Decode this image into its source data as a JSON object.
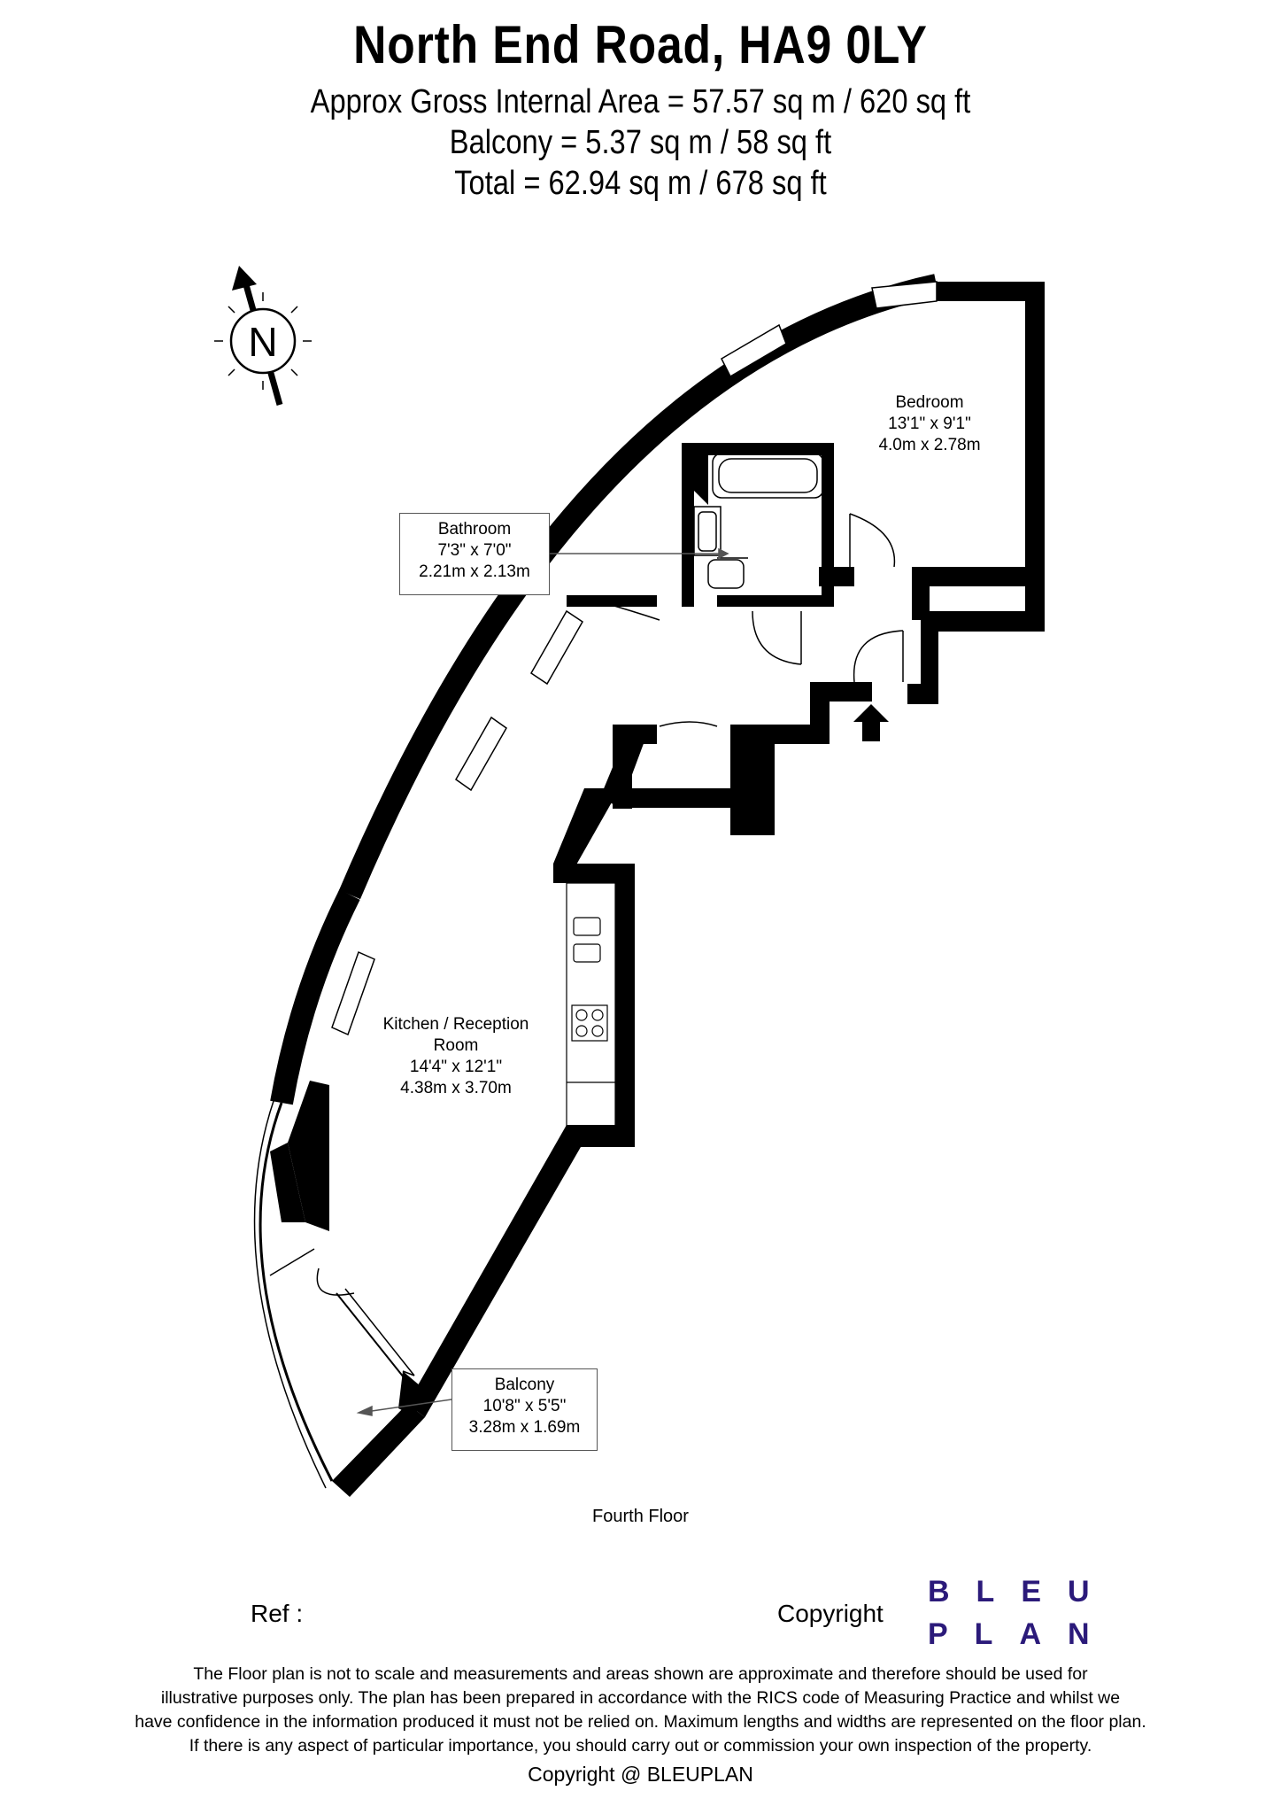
{
  "header": {
    "title": "North End Road, HA9 0LY",
    "area_internal": "Approx Gross Internal Area = 57.57 sq m / 620 sq ft",
    "area_balcony": "Balcony = 5.37 sq m / 58 sq ft",
    "area_total": "Total = 62.94 sq m / 678 sq ft"
  },
  "compass": {
    "letter": "N"
  },
  "rooms": {
    "bedroom": {
      "name": "Bedroom",
      "imperial": "13'1\" x 9'1\"",
      "metric": "4.0m x 2.78m"
    },
    "bathroom": {
      "name": "Bathroom",
      "imperial": "7'3\" x 7'0\"",
      "metric": "2.21m x 2.13m"
    },
    "kitchen": {
      "name_line1": "Kitchen / Reception",
      "name_line2": "Room",
      "imperial": "14'4\" x 12'1\"",
      "metric": "4.38m x 3.70m"
    },
    "balcony": {
      "name": "Balcony",
      "imperial": "10'8\" x 5'5\"",
      "metric": "3.28m x 1.69m"
    }
  },
  "floor_label": "Fourth Floor",
  "footer": {
    "ref": "Ref  :",
    "copyright": "Copyright",
    "logo_line1": "BLEU",
    "logo_line2": "PLAN",
    "disclaimer_1": "The Floor plan is not to scale and measurements and areas shown are approximate and therefore should be used for",
    "disclaimer_2": "illustrative purposes only. The plan has been prepared in accordance with the RICS code of Measuring Practice and whilst we",
    "disclaimer_3": "have confidence in the information produced it must not be relied on. Maximum lengths and widths are represented on the floor plan.",
    "disclaimer_4": "If there is any aspect of particular importance, you should carry out or commission your own inspection of the property.",
    "copyright_line": "Copyright @ BLEUPLAN"
  },
  "colors": {
    "wall": "#000000",
    "logo": "#2b1a7a",
    "label_border": "#555555"
  }
}
